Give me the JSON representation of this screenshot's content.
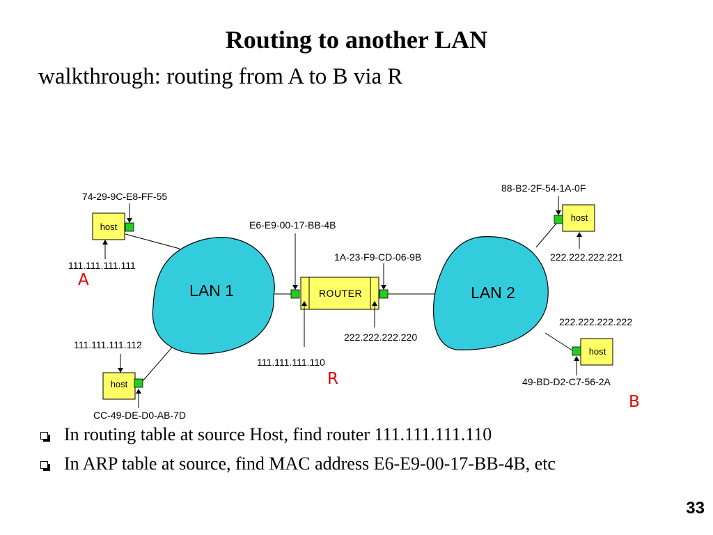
{
  "slide": {
    "title": "Routing to another LAN",
    "subtitle": "walkthrough: routing from A to B via R",
    "page_number": "33"
  },
  "diagram": {
    "lan1_label": "LAN 1",
    "lan2_label": "LAN 2",
    "router_label": "ROUTER",
    "host_label": "host",
    "colors": {
      "lan_fill": "#33ccdd",
      "device_fill": "#ffff66",
      "port_fill": "#22cc22",
      "marker_color": "#e00000"
    },
    "host_a": {
      "mac": "74-29-9C-E8-FF-55",
      "ip": "111.111.111.111",
      "marker": "A"
    },
    "host_lan1_bottom": {
      "ip": "111.111.111.112",
      "mac": "CC-49-DE-D0-AB-7D"
    },
    "router": {
      "left_mac": "E6-E9-00-17-BB-4B",
      "left_ip": "111.111.111.110",
      "right_mac": "1A-23-F9-CD-06-9B",
      "right_ip": "222.222.222.220",
      "marker": "R"
    },
    "host_lan2_top": {
      "mac": "88-B2-2F-54-1A-0F",
      "ip": "222.222.222.221"
    },
    "host_b": {
      "ip": "222.222.222.222",
      "mac": "49-BD-D2-C7-56-2A",
      "marker": "B"
    }
  },
  "bullets": [
    "In routing table at source Host, find router 111.111.111.110",
    "In ARP table at source, find MAC address E6-E9-00-17-BB-4B, etc"
  ]
}
